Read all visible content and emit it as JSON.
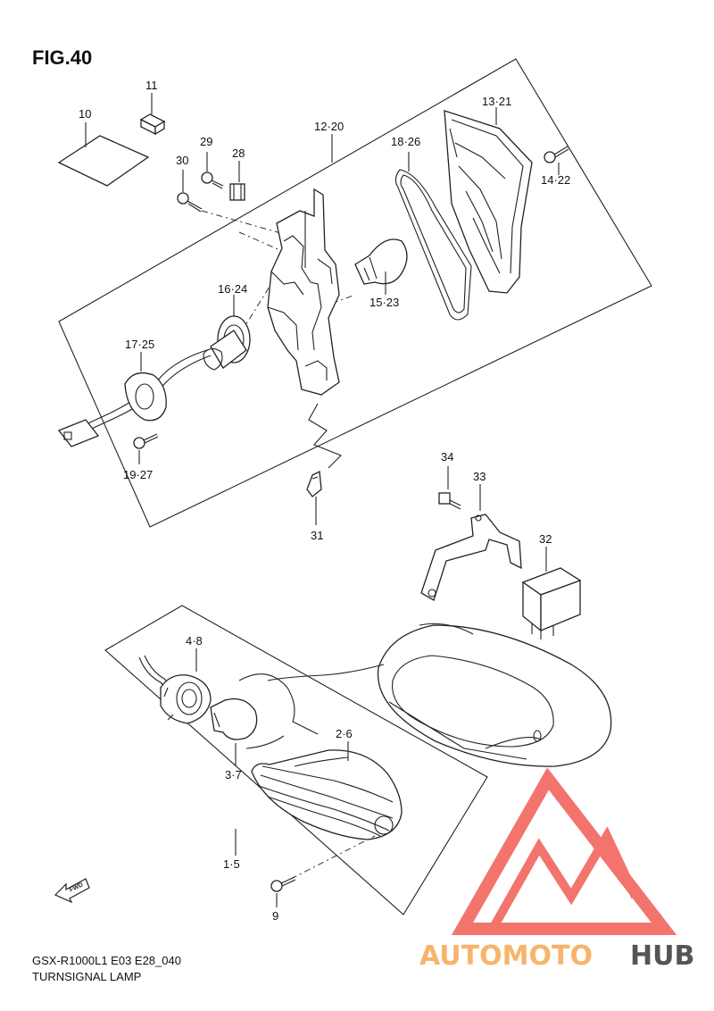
{
  "figure": {
    "title": "FIG.40"
  },
  "footer": {
    "model": "GSX-R1000L1 E03 E28_040",
    "name": "TURNSIGNAL LAMP"
  },
  "fwd_label": "FWD",
  "watermark": {
    "brand_a": "AUTOMOTO",
    "brand_b": "HUB",
    "accent": "#f25c54",
    "accent2": "#f6b56b"
  },
  "callouts": {
    "c10": "10",
    "c11": "11",
    "c29": "29",
    "c30": "30",
    "c28": "28",
    "c12_20": "12·20",
    "c18_26": "18·26",
    "c13_21": "13·21",
    "c14_22": "14·22",
    "c15_23": "15·23",
    "c16_24": "16·24",
    "c17_25": "17·25",
    "c19_27": "19·27",
    "c31": "31",
    "c34": "34",
    "c33": "33",
    "c32": "32",
    "c4_8": "4·8",
    "c2_6": "2·6",
    "c3_7": "3·7",
    "c1_5": "1·5",
    "c9": "9"
  }
}
